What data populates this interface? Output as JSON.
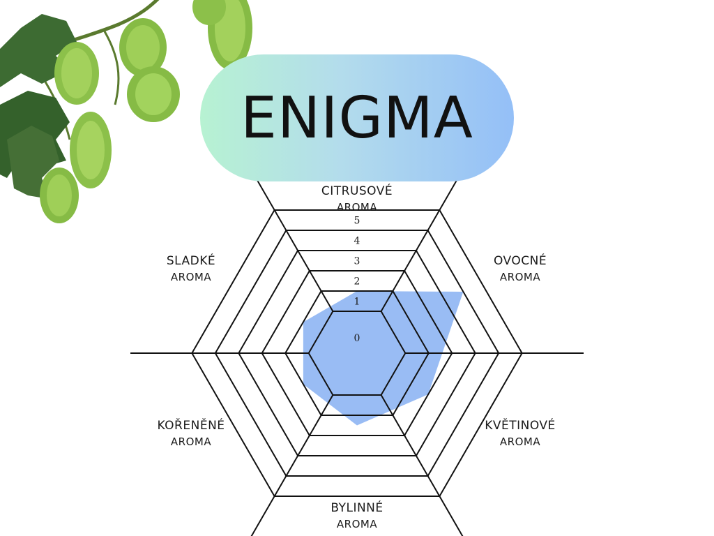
{
  "header": {
    "title": "ENIGMA"
  },
  "colors": {
    "pill_start": "#b7f2d2",
    "pill_end": "#94bff7",
    "fill": "#94b8f3",
    "hop_leaf": "#3d6b32",
    "hop_cone": "#8cc04a"
  },
  "icons": {
    "decoration": "hop-branch"
  },
  "chart_data": {
    "type": "radar",
    "max": 5,
    "ticks": [
      "0",
      "1",
      "2",
      "3",
      "4",
      "5"
    ],
    "axes": [
      {
        "line1": "CITRUSOVÉ",
        "line2": "AROMA",
        "value": 1
      },
      {
        "line1": "OVOCNÉ",
        "line2": "AROMA",
        "value": 4
      },
      {
        "line1": "KVĚTINOVÉ",
        "line2": "AROMA",
        "value": 2
      },
      {
        "line1": "BYLINNÉ",
        "line2": "AROMA",
        "value": 1.5
      },
      {
        "line1": "KOŘENĚNÉ",
        "line2": "AROMA",
        "value": 1
      },
      {
        "line1": "SLADKÉ",
        "line2": "AROMA",
        "value": 1
      }
    ]
  }
}
